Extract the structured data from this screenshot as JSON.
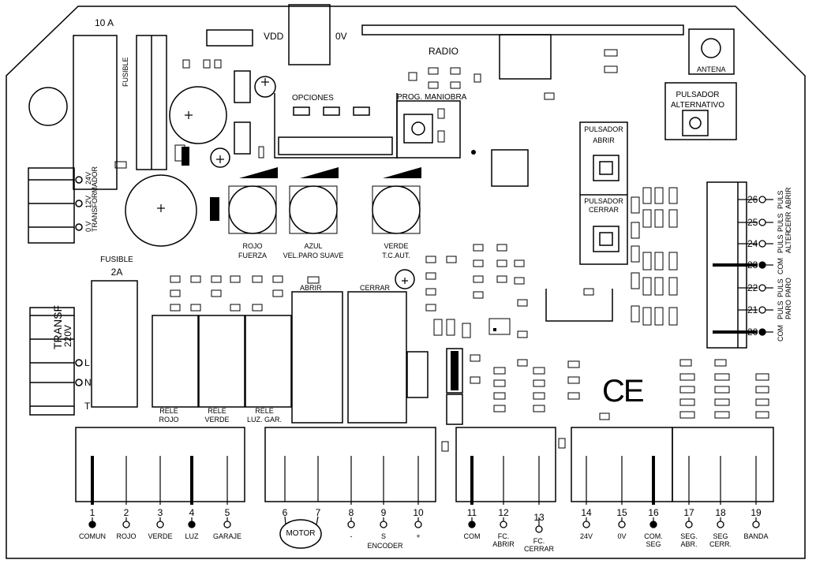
{
  "board": {
    "fuse_top": "10 A",
    "vdd": "VDD",
    "zero_v": "0V",
    "radio": "RADIO",
    "antena": "ANTENA",
    "pulsador_alternativo": [
      "PULSADOR",
      "ALTERNATIVO"
    ],
    "fusible_vertical": "FUSIBLE",
    "opciones": "OPCIONES",
    "prog_maniobra": "PROG. MANIOBRA",
    "pulsador_abrir": [
      "PULSADOR",
      "ABRIR"
    ],
    "pulsador_cerrar": [
      "PULSADOR",
      "CERRAR"
    ],
    "transformador": "TRANSFORMADOR",
    "v24": "24V",
    "v12": "12V",
    "v0": "0 V",
    "fusible_2a": [
      "FUSIBLE",
      "2A"
    ],
    "transf_220v": [
      "TRANSF",
      "220V"
    ],
    "line_l": "L",
    "line_n": "N",
    "line_t": "T",
    "pots": [
      {
        "label": [
          "ROJO",
          "FUERZA"
        ]
      },
      {
        "label": [
          "AZUL",
          "VEL.PARO SUAVE"
        ]
      },
      {
        "label": [
          "VERDE",
          "T.C.AUT."
        ]
      }
    ],
    "abrir": "ABRIR",
    "cerrar": "CERRAR",
    "ce_mark": "CE",
    "relays": [
      {
        "label": [
          "RELE",
          "ROJO"
        ]
      },
      {
        "label": [
          "RELE",
          "VERDE"
        ]
      },
      {
        "label": [
          "RELE",
          "LUZ. GAR."
        ]
      }
    ],
    "right_terminals": [
      {
        "num": "26",
        "label": [
          "PULS",
          "ABRIR"
        ]
      },
      {
        "num": "25",
        "label": [
          "PULS",
          "CERR"
        ]
      },
      {
        "num": "24",
        "label": [
          "PULS",
          "ALTER"
        ]
      },
      {
        "num": "23",
        "label": [
          "COM"
        ]
      },
      {
        "num": "22",
        "label": [
          "PULS",
          "PARO"
        ]
      },
      {
        "num": "21",
        "label": [
          "PULS",
          "PARO"
        ]
      },
      {
        "num": "20",
        "label": [
          "COM"
        ]
      }
    ],
    "bottom_terminals": [
      {
        "num": "1",
        "label": [
          "COMUN"
        ]
      },
      {
        "num": "2",
        "label": [
          "ROJO"
        ]
      },
      {
        "num": "3",
        "label": [
          "VERDE"
        ]
      },
      {
        "num": "4",
        "label": [
          "LUZ"
        ]
      },
      {
        "num": "5",
        "label": [
          "GARAJE"
        ]
      },
      {
        "num": "6",
        "label": []
      },
      {
        "num": "7",
        "label": []
      },
      {
        "num": "8",
        "label": [
          "-"
        ]
      },
      {
        "num": "9",
        "label": [
          "S"
        ]
      },
      {
        "num": "10",
        "label": [
          "+"
        ]
      },
      {
        "num": "11",
        "label": [
          "COM"
        ]
      },
      {
        "num": "12",
        "label": [
          "FC.",
          "ABRIR"
        ]
      },
      {
        "num": "13",
        "label": [
          "FC.",
          "CERRAR"
        ]
      },
      {
        "num": "14",
        "label": [
          "24V"
        ]
      },
      {
        "num": "15",
        "label": [
          "0V"
        ]
      },
      {
        "num": "16",
        "label": [
          "COM.",
          "SEG"
        ]
      },
      {
        "num": "17",
        "label": [
          "SEG.",
          "ABR."
        ]
      },
      {
        "num": "18",
        "label": [
          "SEG",
          "CERR."
        ]
      },
      {
        "num": "19",
        "label": [
          "BANDA"
        ]
      }
    ],
    "motor": "MOTOR",
    "encoder": "ENCODER"
  }
}
